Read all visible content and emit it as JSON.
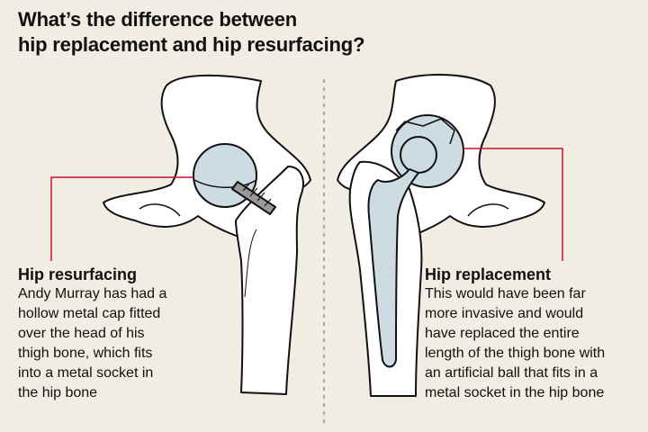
{
  "title": {
    "line1": "What’s the difference between",
    "line2": "hip replacement and hip resurfacing?"
  },
  "left_panel": {
    "heading": "Hip resurfacing",
    "body": [
      "Andy Murray has had a",
      "hollow metal cap fitted",
      "over the head of his",
      "thigh bone, which fits",
      "into a metal socket in",
      "the hip bone"
    ]
  },
  "right_panel": {
    "heading": "Hip replacement",
    "body": [
      "This would have been far",
      "more invasive and would",
      "have replaced the entire",
      "length of the thigh bone with",
      "an artificial ball that fits in a",
      "metal socket in the hip bone"
    ]
  },
  "colors": {
    "background": "#f1ede3",
    "pointer": "#c8102e",
    "metal": "#cddce2",
    "bone": "#ffffff"
  }
}
